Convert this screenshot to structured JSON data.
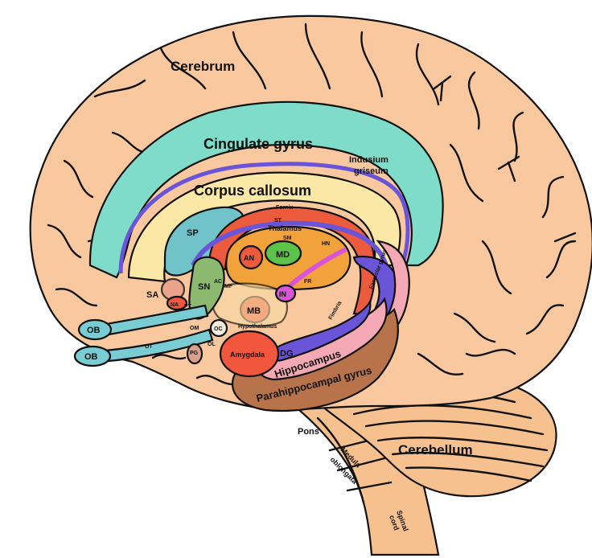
{
  "labels": {
    "cerebrum": "Cerebrum",
    "cingulate_gyrus": "Cingulate gyrus",
    "indusium": "Indusium",
    "griseum": "griseum",
    "corpus_callosum": "Corpus callosum",
    "fornix": "Fornix",
    "st": "ST",
    "thalamus": "Thalamus",
    "sm": "SM",
    "hn": "HN",
    "md": "MD",
    "an": "AN",
    "sp": "SP",
    "sa": "SA",
    "sn": "SN",
    "ac": "AC",
    "na": "NA",
    "pt": "PT",
    "mf": "MF",
    "in": "IN",
    "fr": "FR",
    "mb": "MB",
    "hypothalamus": "Hypothalamus",
    "om": "OM",
    "oc": "OC",
    "ob1": "OB",
    "ob2": "OB",
    "ot": "OT",
    "ol": "OL",
    "pg": "PG",
    "amygdala": "Amygdala",
    "dg": "DG",
    "fimbria": "Fimbria",
    "fasciolar_gyrus": "Fasciolar gyrus",
    "hippocampus": "Hippocampus",
    "parahippocampal_gyrus": "Parahippocampal gyrus",
    "pons": "Pons",
    "medula": "Medula",
    "oblongata": "oblongata",
    "cerebellum": "Cerebellum",
    "spinal": "Spinal",
    "cord": "cord"
  },
  "colors": {
    "brain": "#f9c89e",
    "cingulate": "#7fdcc8",
    "callosum": "#fbe7a6",
    "septum": "#6fc3c9",
    "thalamus": "#f2a23a",
    "md_nucleus": "#5cc24a",
    "fornix": "#ec5b3e",
    "stria": "#6a55d8",
    "hippocampus": "#f5a9b4",
    "parahippocampal": "#b8734a",
    "amygdala": "#f0573d",
    "olfactory": "#79cdd2",
    "habenula": "#d855d8",
    "brainstem": "#f7c08f",
    "cerebellum": "#f7c08f"
  }
}
